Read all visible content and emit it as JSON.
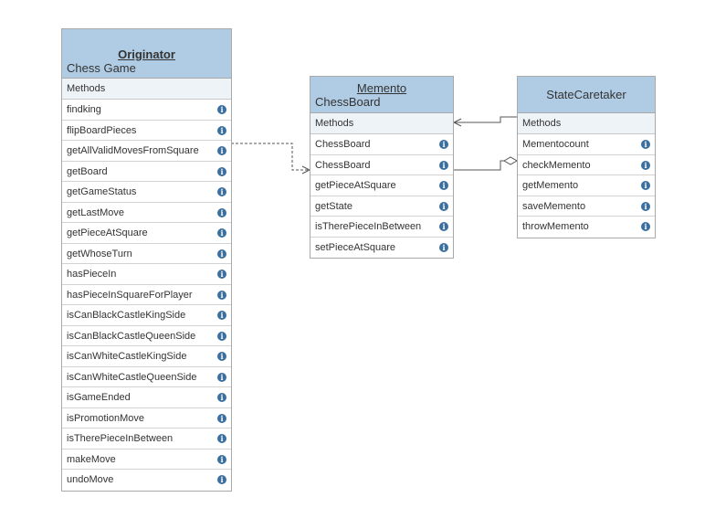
{
  "originator": {
    "stereotype": "Originator",
    "name": "Chess Game",
    "section_label": "Methods",
    "methods": [
      "findking",
      "flipBoardPieces",
      "getAllValidMovesFromSquare",
      "getBoard",
      "getGameStatus",
      "getLastMove",
      "getPieceAtSquare",
      "getWhoseTurn",
      "hasPieceIn",
      "hasPieceInSquareForPlayer",
      "isCanBlackCastleKingSide",
      "isCanBlackCastleQueenSide",
      "isCanWhiteCastleKingSide",
      "isCanWhiteCastleQueenSide",
      "isGameEnded",
      "isPromotionMove",
      "isTherePieceInBetween",
      "makeMove",
      "undoMove"
    ]
  },
  "memento": {
    "stereotype": "Memento",
    "name": "ChessBoard",
    "section_label": "Methods",
    "methods": [
      "ChessBoard",
      "ChessBoard",
      "getPieceAtSquare",
      "getState",
      "isTherePieceInBetween",
      "setPieceAtSquare"
    ]
  },
  "caretaker": {
    "name": "StateCaretaker",
    "section_label": "Methods",
    "methods": [
      "Mementocount",
      "checkMemento",
      "getMemento",
      "saveMemento",
      "throwMemento"
    ]
  },
  "icons": {
    "info": "info-icon",
    "info_glyph": "i"
  },
  "colors": {
    "header": "#b0cce4",
    "section": "#eef3f8",
    "info": "#3b6f9e"
  }
}
